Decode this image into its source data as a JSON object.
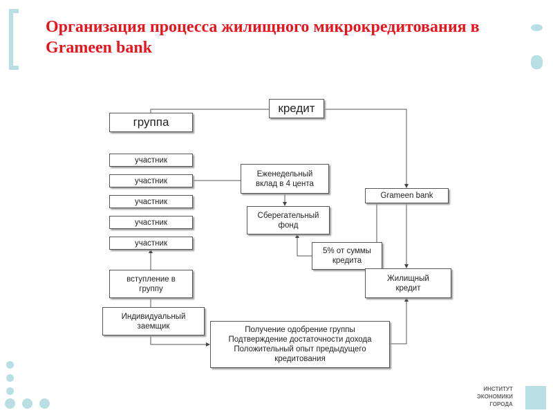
{
  "title": "Организация процесса жилищного микрокредитования в Grameen bank",
  "nodes": {
    "credit": "кредит",
    "group": "группа",
    "members": [
      "участник",
      "участник",
      "участник",
      "участник",
      "участник"
    ],
    "weekly": "Еженедельный вклад в 4 цента",
    "savings": "Сберегательный фонд",
    "percent": "5% от суммы кредита",
    "grameen": "Grameen bank",
    "housing": "Жилищный кредит",
    "join": "вступление в группу",
    "individual": "Индивидуальный заемщик",
    "approval": "Получение одобрение группы Подтверждение достаточности дохода Положительный опыт предыдущего кредитования"
  },
  "logo": {
    "line1": "ИНСТИТУТ",
    "line2": "ЭКОНОМИКИ",
    "line3": "ГОРОДА"
  },
  "colors": {
    "title": "#e8141e",
    "accent": "#b8dfe3"
  }
}
